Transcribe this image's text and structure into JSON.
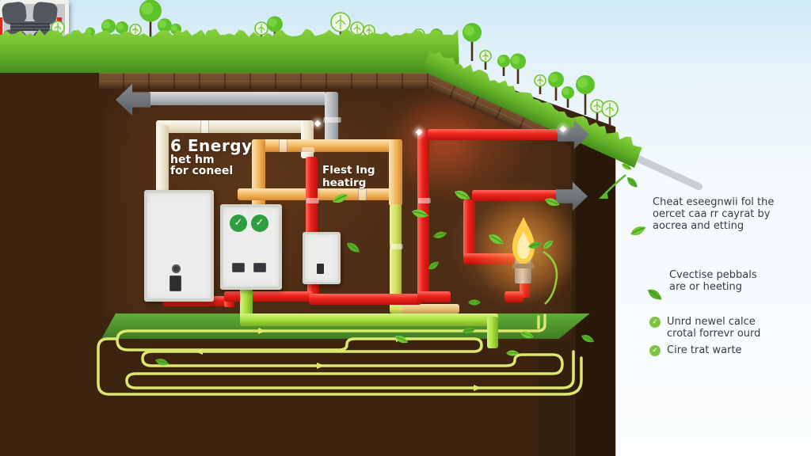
{
  "underground_section": {
    "title_block": {
      "line1": "6 Energy",
      "line2": "het hm",
      "line3": "for coneel"
    },
    "heating_label": {
      "line1": "Flest Ing",
      "line2": "heatirg"
    }
  },
  "sidebar_notes": {
    "note1": {
      "line1": "Cheat eseegnwii fol the",
      "line2": "oercet caa rr cayrat by",
      "line3": "aocrea and etting"
    },
    "note2": {
      "line1": "Cvectise pebbals",
      "line2": "are or heeting"
    },
    "bullets": [
      {
        "icon": "check-circle-icon",
        "check_glyph": "✓",
        "line1": "Unrd newel calce",
        "line2": "crotal forrevr ourd"
      },
      {
        "icon": "check-circle-icon",
        "check_glyph": "✓",
        "line1": "Cire trat warte",
        "line2": ""
      }
    ]
  },
  "status_icons": {
    "check_glyph": "✓"
  },
  "colors": {
    "pipe_red": "#ea211a",
    "pipe_orange": "#f3b45c",
    "pipe_white": "#efe6d0",
    "pipe_gray": "#b3b8bd",
    "pipe_green": "#a8e03c",
    "ground_loop": "#dbe76d",
    "arrow_gray": "#6e7378",
    "grass": "#64b42a",
    "soil": "#3b2310",
    "flame": "#ffcf4a",
    "check_green": "#2f9e3f",
    "bullet_green": "#7dc344"
  }
}
